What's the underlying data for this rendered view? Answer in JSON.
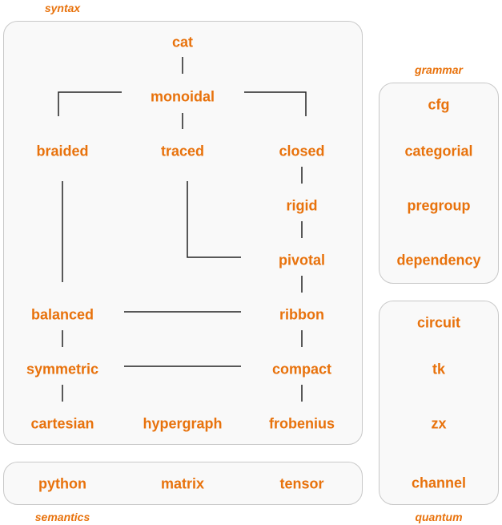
{
  "groups": {
    "syntax": {
      "title": "syntax",
      "nodes": {
        "cat": "cat",
        "monoidal": "monoidal",
        "braided": "braided",
        "traced": "traced",
        "closed": "closed",
        "rigid": "rigid",
        "pivotal": "pivotal",
        "balanced": "balanced",
        "ribbon": "ribbon",
        "symmetric": "symmetric",
        "compact": "compact",
        "cartesian": "cartesian",
        "hypergraph": "hypergraph",
        "frobenius": "frobenius"
      }
    },
    "grammar": {
      "title": "grammar",
      "nodes": {
        "cfg": "cfg",
        "categorial": "categorial",
        "pregroup": "pregroup",
        "dependency": "dependency"
      }
    },
    "quantum": {
      "title": "quantum",
      "nodes": {
        "circuit": "circuit",
        "tk": "tk",
        "zx": "zx",
        "channel": "channel"
      }
    },
    "semantics": {
      "title": "semantics",
      "nodes": {
        "python": "python",
        "matrix": "matrix",
        "tensor": "tensor"
      }
    }
  },
  "colors": {
    "label": "#e8720c",
    "panel_bg": "#f9f9f9",
    "panel_border": "#c8c8c8",
    "edge": "#222222"
  }
}
